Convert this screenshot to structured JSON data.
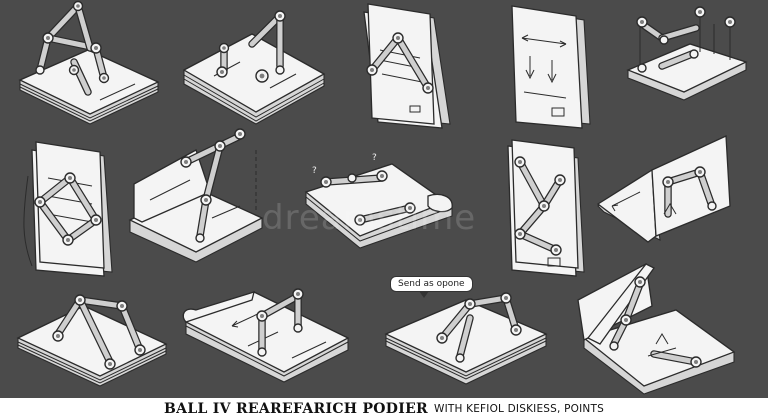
{
  "illustration": {
    "style": "isometric line-art",
    "colors": {
      "background": "#4b4b4b",
      "paper": "#f4f4f4",
      "outline": "#2b2b2b",
      "joint": "#9a9a9a"
    },
    "tiles": [
      {
        "name": "tile-1-base-arm",
        "kind": "base",
        "labels": []
      },
      {
        "name": "tile-2-base-arm",
        "kind": "base",
        "labels": []
      },
      {
        "name": "tile-3-paper-arm",
        "kind": "paper",
        "labels": []
      },
      {
        "name": "tile-4-paper-arrows",
        "kind": "paper",
        "labels": []
      },
      {
        "name": "tile-5-mini-rig",
        "kind": "base",
        "labels": []
      },
      {
        "name": "tile-6-paper-zigzag",
        "kind": "paper",
        "labels": []
      },
      {
        "name": "tile-7-stand-arm",
        "kind": "stand",
        "labels": []
      },
      {
        "name": "tile-8-curled-sheet",
        "kind": "sheet",
        "labels": [
          "?",
          "?"
        ]
      },
      {
        "name": "tile-9-paper-linkage",
        "kind": "paper",
        "labels": []
      },
      {
        "name": "tile-10-folder-arm",
        "kind": "folder",
        "labels": []
      },
      {
        "name": "tile-11-base-arch",
        "kind": "base",
        "labels": []
      },
      {
        "name": "tile-12-sheet-arm",
        "kind": "sheet",
        "labels": []
      },
      {
        "name": "tile-13-base-callout",
        "kind": "base",
        "labels": []
      },
      {
        "name": "tile-14-folder-slider",
        "kind": "folder",
        "labels": []
      }
    ]
  },
  "callout": {
    "text": "Send as opone"
  },
  "watermark": {
    "text": "dreamstime"
  },
  "caption": {
    "main": "BALL IV REAREFARICH PODIER",
    "sub": "WITH KEFIOL DISKIESS, POINTS"
  }
}
